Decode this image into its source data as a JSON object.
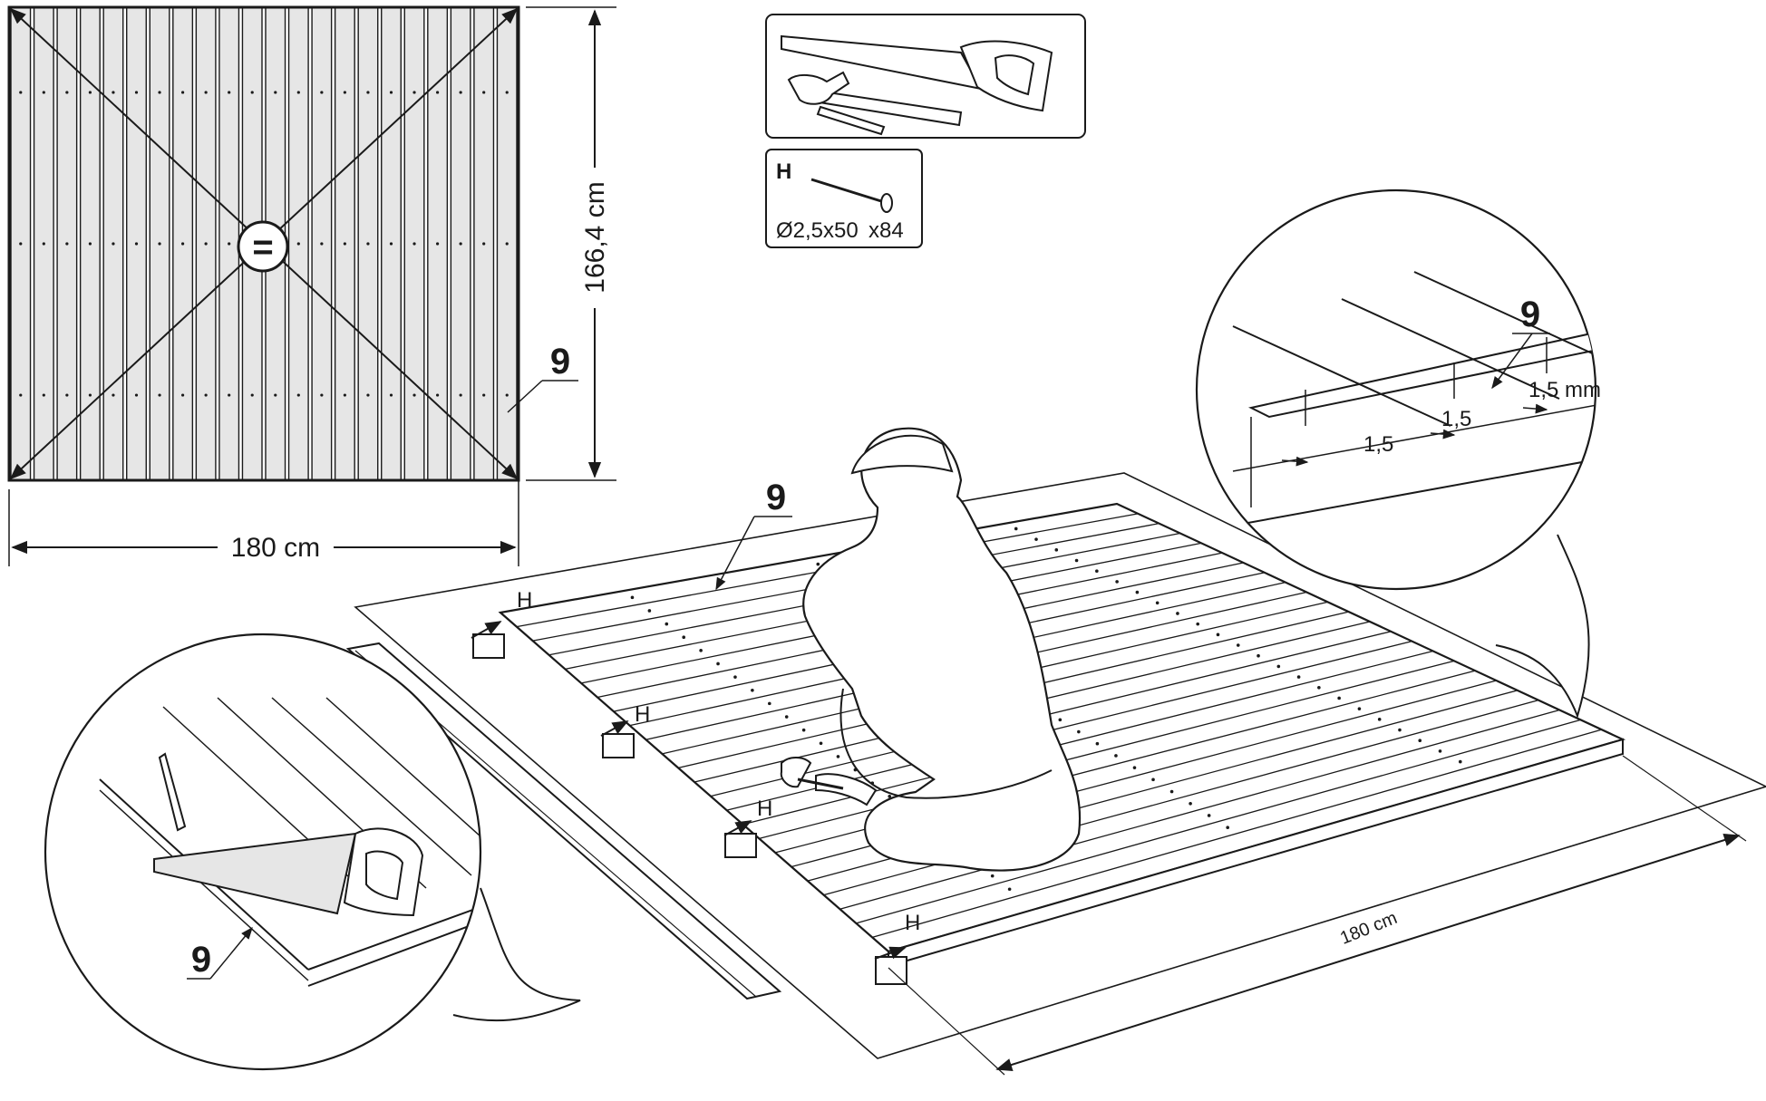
{
  "top_view": {
    "width_label": "180 cm",
    "height_label": "166,4 cm",
    "equal_symbol": "=",
    "part_number": "9"
  },
  "tools_box": {
    "icons": [
      "saw-icon",
      "hammer-icon",
      "pencil-icon"
    ]
  },
  "fastener_box": {
    "letter": "H",
    "size": "Ø2,5x50",
    "count": "x84",
    "icon": "nail-icon"
  },
  "main_scene": {
    "part_number": "9",
    "fastener_marks": [
      "H",
      "H",
      "H",
      "H"
    ],
    "dimension_label": "180 cm"
  },
  "detail_right": {
    "part_number": "9",
    "gap_labels": [
      "1,5",
      "1,5",
      "1,5 mm"
    ]
  },
  "detail_left": {
    "part_number": "9",
    "icons": [
      "saw-icon",
      "pencil-icon"
    ]
  },
  "colors": {
    "ink": "#1a1a1a",
    "board_fill": "#e6e6e6",
    "paper": "#ffffff"
  }
}
